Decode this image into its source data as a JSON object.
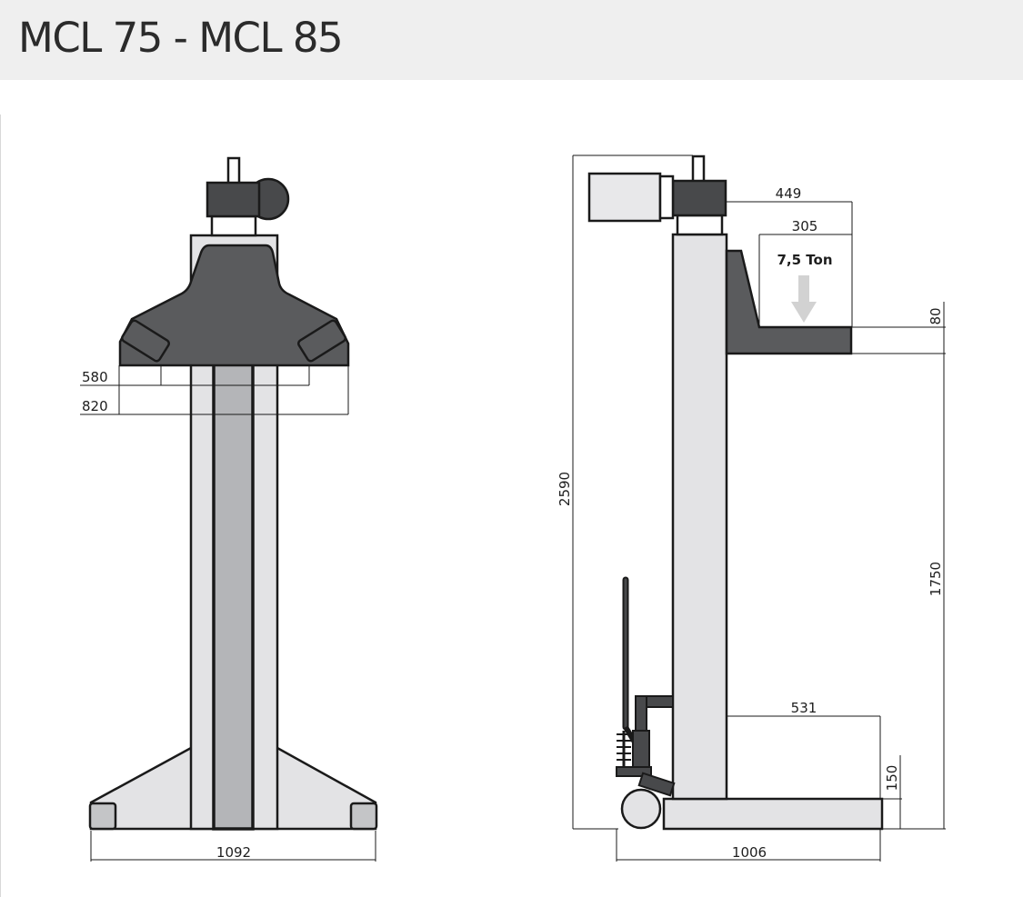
{
  "header": {
    "title": "MCL 75 - MCL 85"
  },
  "front_view": {
    "dimensions": {
      "width_580": "580",
      "width_820": "820",
      "base_width": "1092"
    }
  },
  "side_view": {
    "dimensions": {
      "reach_449": "449",
      "reach_305": "305",
      "fork_height": "80",
      "total_height": "2590",
      "lift_height": "1750",
      "base_531": "531",
      "base_150": "150",
      "base_length": "1006"
    },
    "load_label": "7,5 Ton"
  },
  "colors": {
    "header_bg": "#efefef",
    "light_gray": "#e3e3e5",
    "mid_gray": "#b4b5b8",
    "dark_gray": "#5a5b5d",
    "darker_gray": "#48494b",
    "outline": "#1a1a1a",
    "arrow": "#d2d2d2"
  }
}
